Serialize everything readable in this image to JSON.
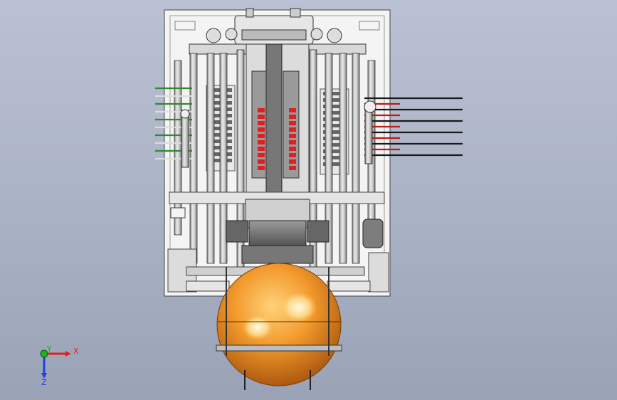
{
  "viewport": {
    "background_top": "#b9c1d2",
    "background_bottom": "#9aa2b6"
  },
  "model": {
    "frame_color": "#f2f2f2",
    "frame_edge": "#555555",
    "rod_color": "#cfcfcf",
    "ball_color": "#f39a2c",
    "ball_highlight": "#fff6c8",
    "red_marker": "#e02020",
    "green_wire": "#2f8a2f",
    "dark_wire": "#1a1a1a",
    "red_wire": "#c01818"
  },
  "triad": {
    "x_label": "X",
    "y_label": "Y",
    "z_label": "Z",
    "x_color": "#e02020",
    "y_color": "#20b020",
    "z_color": "#2040e0"
  }
}
